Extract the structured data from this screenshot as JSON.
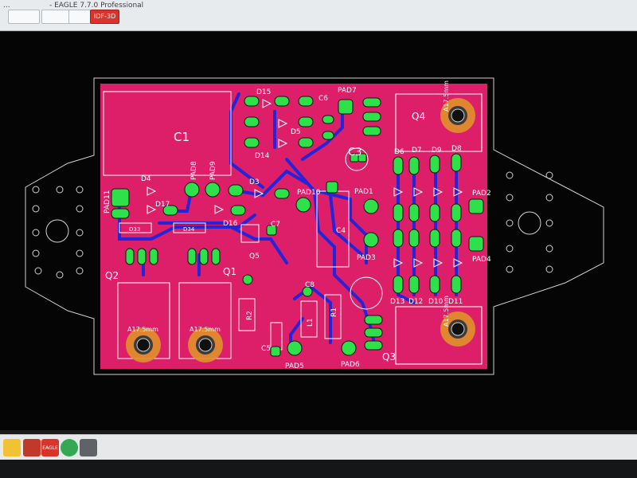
{
  "window": {
    "title_left": "...",
    "title_right": "- EAGLE 7.7.0 Professional",
    "buttons": [
      {
        "label": "IDF-3D",
        "accent": "#d9342b"
      }
    ]
  },
  "board": {
    "labels": {
      "c1": "C1",
      "c3": "C3",
      "c4": "C4",
      "c5": "C5",
      "c6": "C6",
      "c7": "C7",
      "c8": "C8",
      "d3": "D3",
      "d4": "D4",
      "d5": "D5",
      "d6": "D6",
      "d7": "D7",
      "d8": "D8",
      "d9": "D9",
      "d10": "D10",
      "d11": "D11",
      "d12": "D12",
      "d13": "D13",
      "d14": "D14",
      "d15": "D15",
      "d16": "D16",
      "d17": "D17",
      "d33": "D33",
      "d34": "D34",
      "pad1": "PAD1",
      "pad2": "PAD2",
      "pad3": "PAD3",
      "pad4": "PAD4",
      "pad5": "PAD5",
      "pad6": "PAD6",
      "pad7": "PAD7",
      "pad8": "PAD8",
      "pad9": "PAD9",
      "pad10": "PAD10",
      "pad11": "PAD11",
      "q1": "Q1",
      "q2": "Q2",
      "q3": "Q3",
      "q4": "Q4",
      "q5": "Q5",
      "r1": "R1",
      "r2": "R2",
      "l1": "L1",
      "hole": "A17.5mm"
    },
    "colors": {
      "top_copper": "#dd1f6a",
      "bottom_copper": "#2424d8",
      "pads": "#2ee04a",
      "silkscreen": "#ffffff",
      "hole_ring": "#e0902a"
    }
  },
  "taskbar": {
    "icons": [
      {
        "name": "explorer-icon",
        "label": ""
      },
      {
        "name": "eagle-app-icon",
        "label": "EAGLE"
      },
      {
        "name": "chrome-icon",
        "label": ""
      },
      {
        "name": "calculator-icon",
        "label": ""
      }
    ]
  }
}
